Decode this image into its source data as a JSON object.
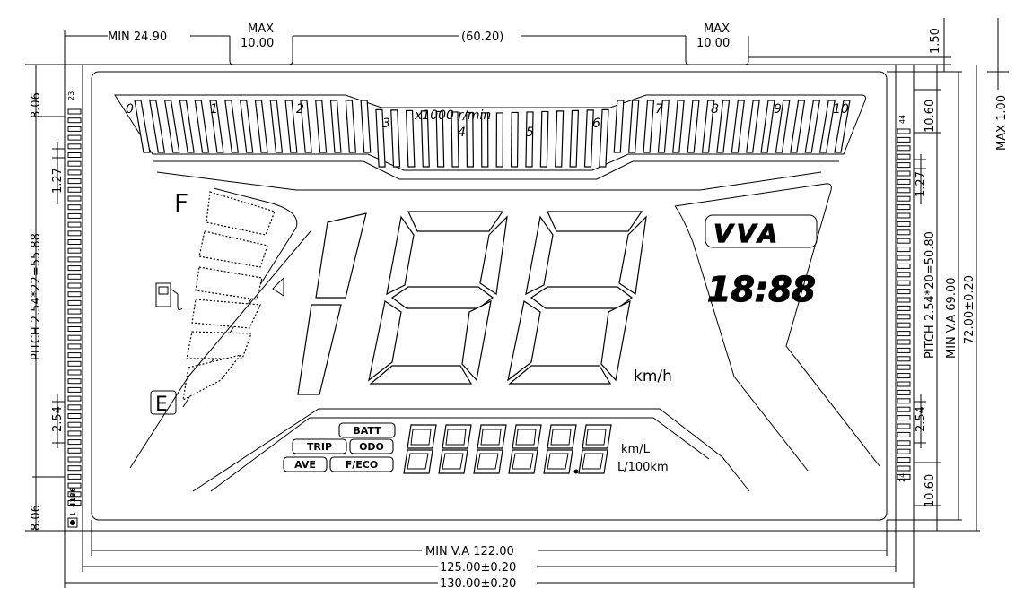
{
  "dimensions": {
    "top_min": "MIN  24.90",
    "top_center": "(60.20)",
    "max_label": "MAX",
    "max_value": "10.00",
    "right_max": "MAX  1.00",
    "top_right_offset": "1.50",
    "left_margin_top": "8.06",
    "left_margin_bottom": "8.06",
    "left_pin_width": "1.27",
    "left_pitch": "PITCH  2.54*22=55.88",
    "left_pin_pitch": "2.54",
    "right_margin_top": "10.60",
    "right_margin_bottom": "10.60",
    "right_pin_width": "1.27",
    "right_pitch": "PITCH  2.54*20=50.80",
    "right_pin_pitch": "2.54",
    "right_va": "MIN V.A  69.00",
    "right_outer": "72.00±0.20",
    "bottom_va": "MIN  V.A  122.00",
    "bottom_mid": "125.00±0.20",
    "bottom_outer": "130.00±0.20"
  },
  "pins": {
    "left_top": "23",
    "left_bottom": "1",
    "right_top": "44",
    "right_bottom": "24",
    "part_code": "4186"
  },
  "rpm": {
    "unit": "x1000 r/min",
    "ticks": [
      "0",
      "1",
      "2",
      "3",
      "4",
      "5",
      "6",
      "7",
      "8",
      "9",
      "10"
    ]
  },
  "fuel": {
    "full_label": "F",
    "empty_label": "E"
  },
  "speed": {
    "unit": "km/h",
    "mode_label": "VVA",
    "clock": "18:88"
  },
  "odometer": {
    "indicators": [
      "BATT",
      "TRIP",
      "ODO",
      "AVE",
      "F/ECO"
    ],
    "unit_primary": "km/L",
    "unit_secondary": "L/100km"
  }
}
